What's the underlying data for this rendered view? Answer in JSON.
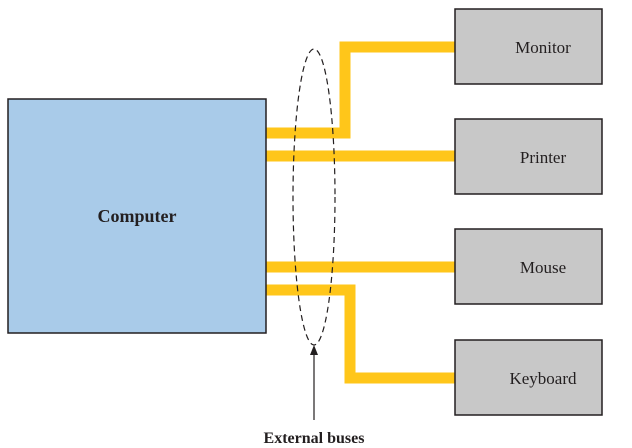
{
  "diagram": {
    "computer": {
      "label": "Computer"
    },
    "devices": {
      "monitor": "Monitor",
      "printer": "Printer",
      "mouse": "Mouse",
      "keyboard": "Keyboard"
    },
    "caption": "External buses"
  },
  "colors": {
    "computer_fill": "#a9cbe9",
    "device_fill": "#c8c8c8",
    "bus": "#ffc61a",
    "stroke": "#231f20"
  }
}
